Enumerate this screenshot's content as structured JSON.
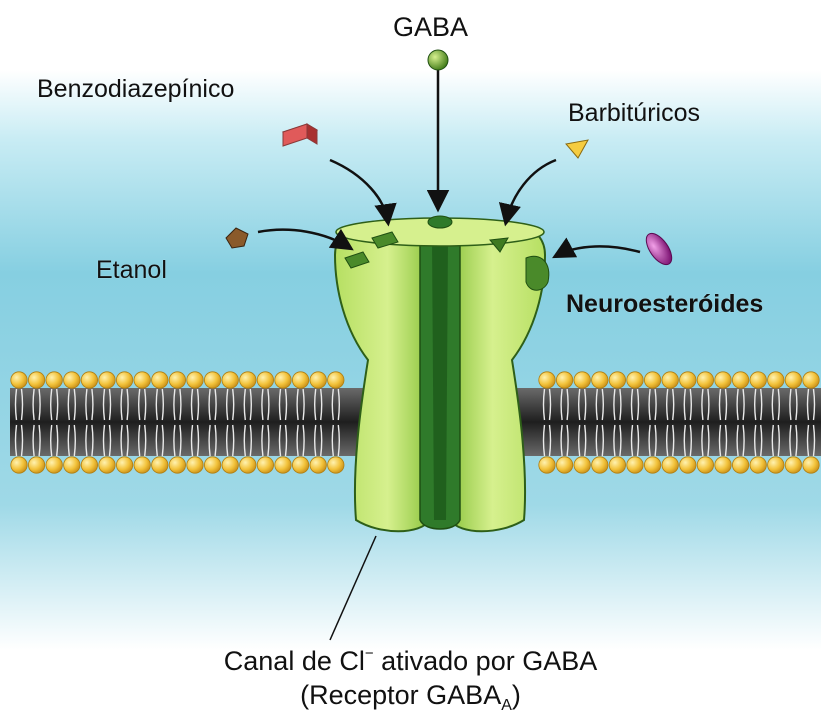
{
  "labels": {
    "gaba": "GABA",
    "benzodiazepinico": "Benzodiazepínico",
    "barbituricos": "Barbitúricos",
    "etanol": "Etanol",
    "neuroesteroides": "Neuroesteróides"
  },
  "caption": {
    "line1_before": "Canal de Cl",
    "line1_sup": "−",
    "line1_after": " ativado por GABA",
    "line2_before": "(Receptor GABA",
    "line2_sub": "A",
    "line2_after": ")"
  },
  "colors": {
    "extracellular": "#8fd2e3",
    "intracellular": "#a9dce8",
    "receptor_light": "#c9e97a",
    "receptor_dark": "#2f7a2a",
    "lipid_head": "#f2c23a",
    "lipid_tail": "#3a3a3a",
    "benzodiazepine_ligand": "#e88a8a",
    "barbiturate_ligand": "#f2c230",
    "ethanol_ligand": "#8a5a2a",
    "neurosteroid_ligand": "#a0208a",
    "gaba_ligand": "#4a8a20"
  }
}
